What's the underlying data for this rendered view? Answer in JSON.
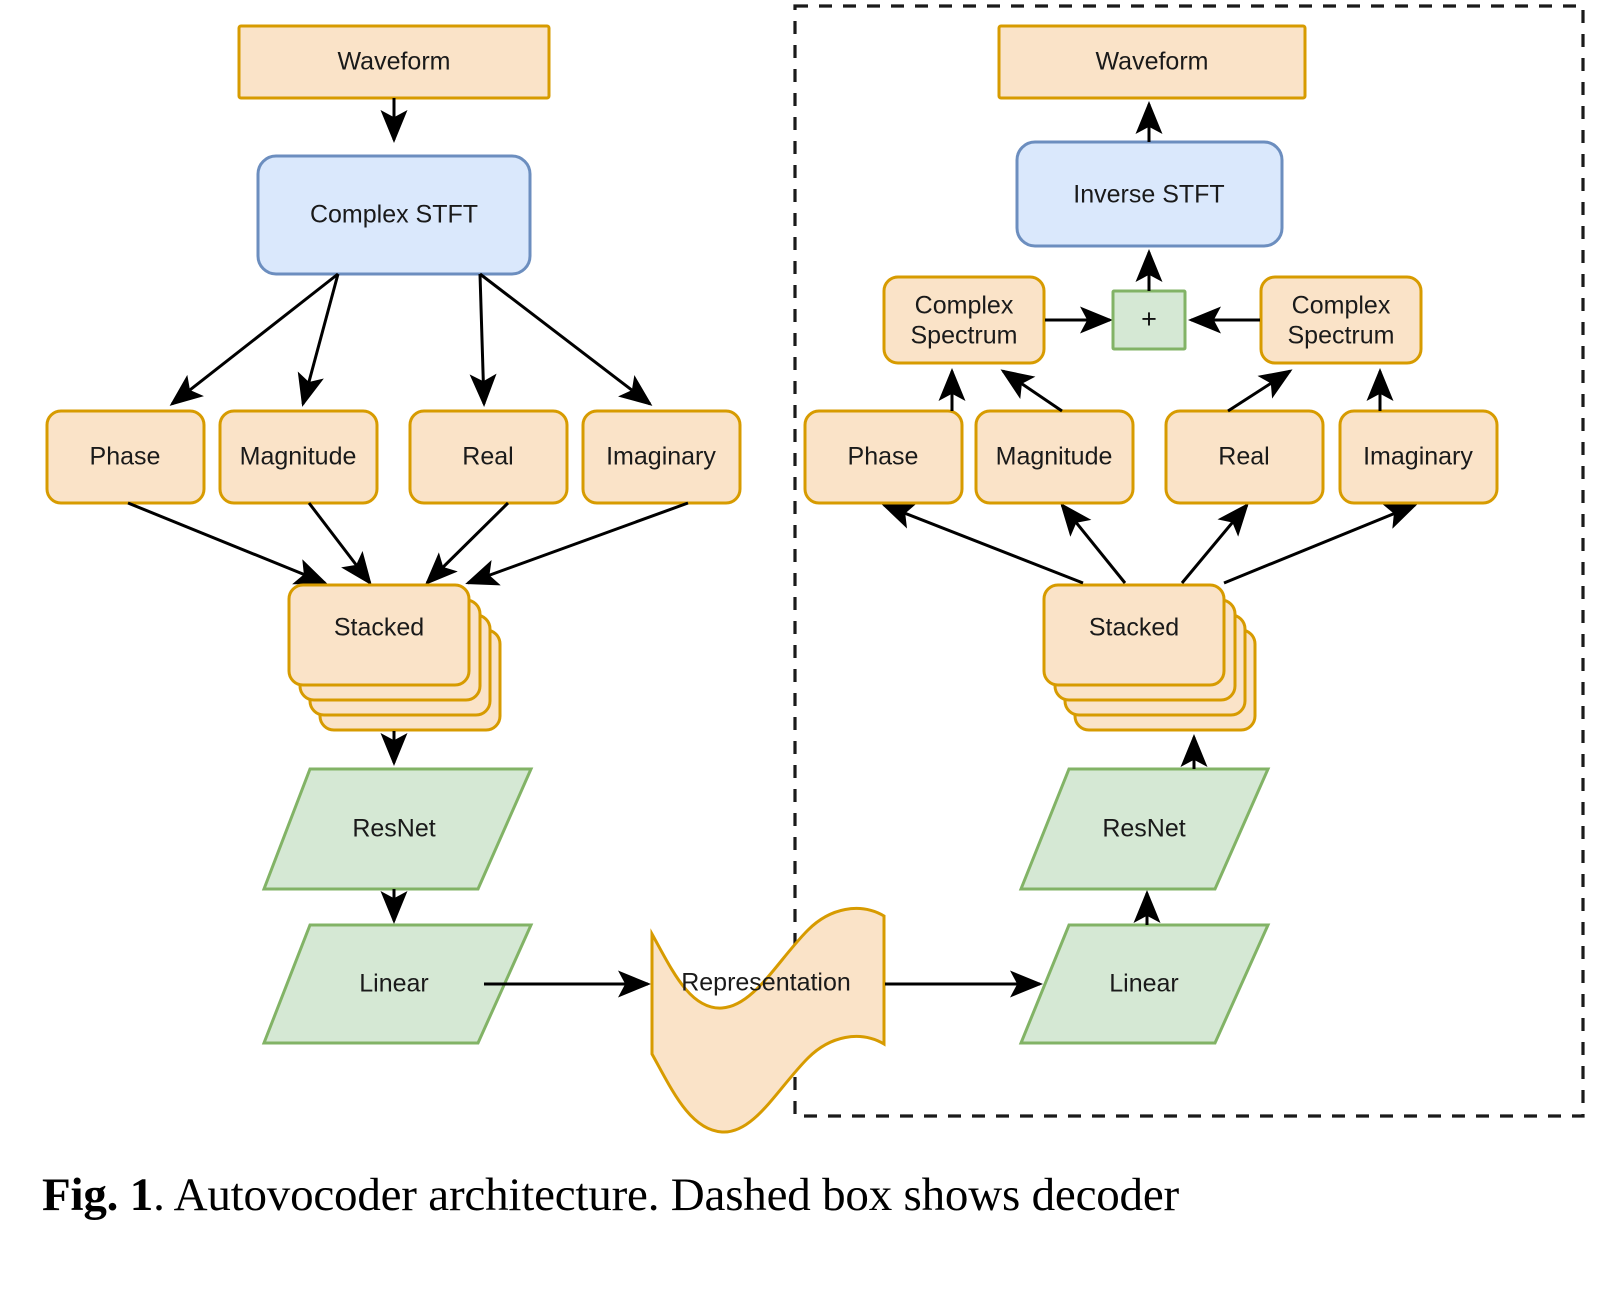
{
  "figure": {
    "caption_prefix": "Fig. 1",
    "caption_text": ". Autovocoder architecture. Dashed box shows decoder"
  },
  "colors": {
    "orange_fill": "#fae3c8",
    "orange_stroke": "#d79b00",
    "blue_fill": "#dae8fc",
    "blue_stroke": "#6c8ebf",
    "green_fill": "#d5e8d4",
    "green_stroke": "#82b366",
    "arrow": "#000000",
    "dashed_border": "#1a1a1a",
    "text": "#1a1a1a",
    "background": "#ffffff"
  },
  "encoder": {
    "name": "encoder",
    "waveform": "Waveform",
    "stft": "Complex STFT",
    "components": [
      "Phase",
      "Magnitude",
      "Real",
      "Imaginary"
    ],
    "stacked": "Stacked",
    "stacked_count": 4,
    "resnet": "ResNet",
    "linear": "Linear"
  },
  "representation": {
    "label": "Representation"
  },
  "decoder": {
    "name": "decoder",
    "waveform": "Waveform",
    "istft": "Inverse STFT",
    "sum": "+",
    "complex_spectrum_left": "Complex\nSpectrum",
    "complex_spectrum_left_line1": "Complex",
    "complex_spectrum_left_line2": "Spectrum",
    "complex_spectrum_right_line1": "Complex",
    "complex_spectrum_right_line2": "Spectrum",
    "components": [
      "Phase",
      "Magnitude",
      "Real",
      "Imaginary"
    ],
    "stacked": "Stacked",
    "stacked_count": 4,
    "resnet": "ResNet",
    "linear": "Linear"
  }
}
